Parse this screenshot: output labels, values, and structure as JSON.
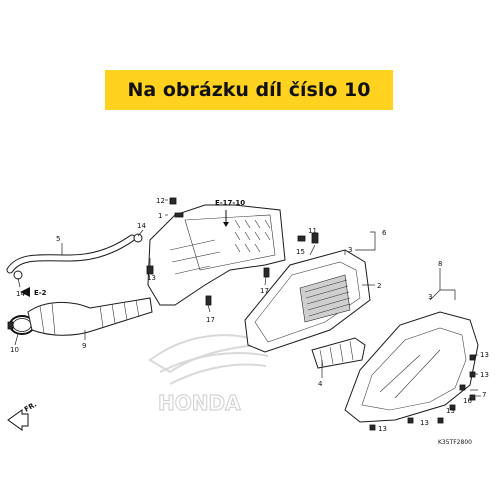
{
  "banner": {
    "text": "Na obrázku díl číslo 10",
    "color": "#ffd21f"
  },
  "references": {
    "e17": "E-17-10",
    "e2": "E-2",
    "fr": "FR."
  },
  "watermark": {
    "brand": "HONDA"
  },
  "diagram_code": "K35TF2800",
  "callouts": {
    "c1": "1",
    "c2": "2",
    "c3a": "3",
    "c3b": "3",
    "c4": "4",
    "c5": "5",
    "c6": "6",
    "c7": "7",
    "c8": "8",
    "c9": "9",
    "c10": "10",
    "c11": "11",
    "c12": "12",
    "c13a": "13",
    "c13b": "13",
    "c13c": "13",
    "c13d": "13",
    "c13e": "13",
    "c13f": "13",
    "c14a": "14",
    "c14b": "14",
    "c15": "15",
    "c16": "16",
    "c17a": "17",
    "c17b": "17"
  }
}
